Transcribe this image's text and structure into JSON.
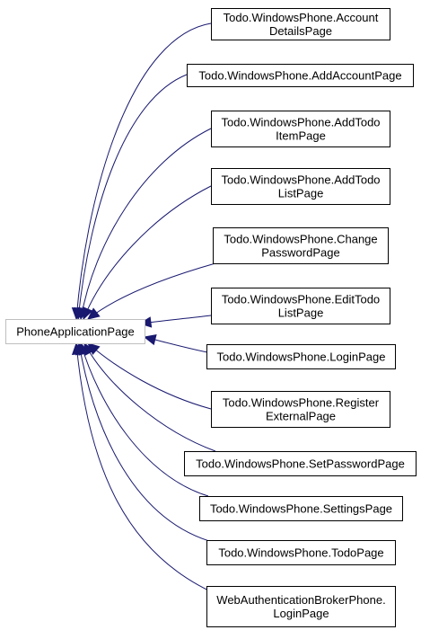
{
  "diagram": {
    "base_class": {
      "label": "PhoneApplicationPage"
    },
    "derived_classes": [
      {
        "lines": [
          "Todo.WindowsPhone.Account",
          "DetailsPage"
        ]
      },
      {
        "lines": [
          "Todo.WindowsPhone.AddAccountPage"
        ]
      },
      {
        "lines": [
          "Todo.WindowsPhone.AddTodo",
          "ItemPage"
        ]
      },
      {
        "lines": [
          "Todo.WindowsPhone.AddTodo",
          "ListPage"
        ]
      },
      {
        "lines": [
          "Todo.WindowsPhone.Change",
          "PasswordPage"
        ]
      },
      {
        "lines": [
          "Todo.WindowsPhone.EditTodo",
          "ListPage"
        ]
      },
      {
        "lines": [
          "Todo.WindowsPhone.LoginPage"
        ]
      },
      {
        "lines": [
          "Todo.WindowsPhone.Register",
          "ExternalPage"
        ]
      },
      {
        "lines": [
          "Todo.WindowsPhone.SetPasswordPage"
        ]
      },
      {
        "lines": [
          "Todo.WindowsPhone.SettingsPage"
        ]
      },
      {
        "lines": [
          "Todo.WindowsPhone.TodoPage"
        ]
      },
      {
        "lines": [
          "WebAuthenticationBrokerPhone.",
          "LoginPage"
        ]
      }
    ],
    "colors": {
      "edge": "#191970",
      "base_border": "#bfbfbf",
      "node_border": "#000000",
      "text": "#000000"
    }
  }
}
